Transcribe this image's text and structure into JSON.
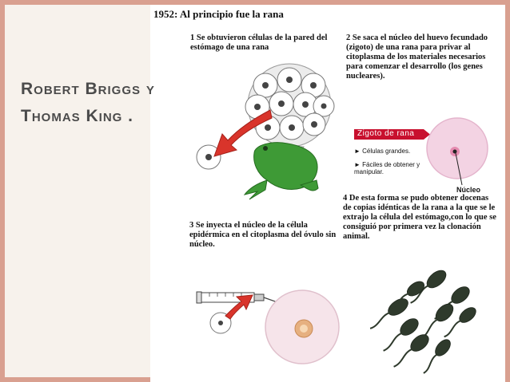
{
  "heading": "1952: Al principio fue la rana",
  "authors": {
    "line1": "Robert Briggs y",
    "line2": "Thomas King ."
  },
  "steps": {
    "step1": "1 Se obtuvieron células de la pared del estómago de una rana",
    "step2": "2 Se saca el núcleo del huevo fecundado (zigoto) de una rana para privar al citoplasma de los materiales necesarios para comenzar el desarrollo (los genes nucleares).",
    "step3": "3 Se inyecta el núcleo de la célula epidérmica en el citoplasma del óvulo sin núcleo.",
    "step4": "4 De esta forma se pudo obtener docenas de copias idénticas de la rana a la que se le extrajo la célula del estómago,con lo que se consiguió por primera vez la clonación animal."
  },
  "zigoto": {
    "tag": "Zigoto de rana",
    "bullets": [
      "► Células grandes.",
      "► Fáciles de obtener y manipular."
    ],
    "nucleus_label": "Núcleo"
  },
  "colors": {
    "frame": "#d9a090",
    "background": "#f7f2ec",
    "arrow_red": "#d9342b",
    "frog_green": "#3e9a36",
    "egg_pink": "#f3d3e3",
    "tag_red": "#c8102e",
    "tadpole": "#2f3a2c"
  }
}
